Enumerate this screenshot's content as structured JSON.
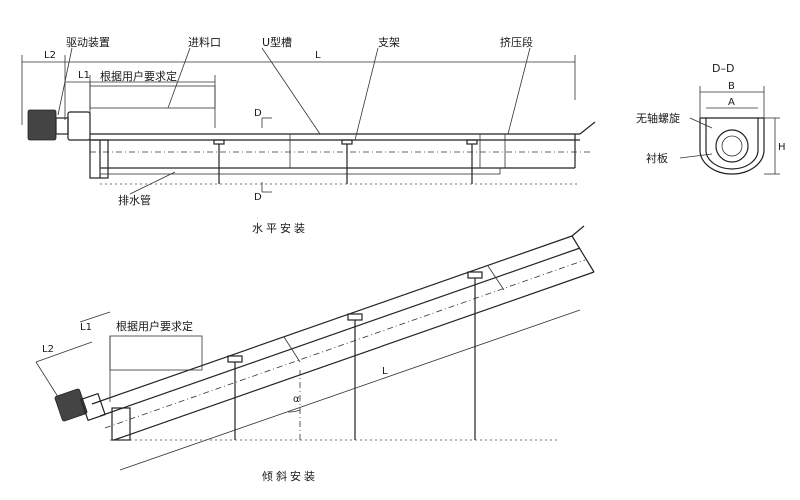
{
  "labels": {
    "drive": "驱动装置",
    "inlet": "进料口",
    "u_trough": "U型槽",
    "support": "支架",
    "squeeze": "挤压段",
    "user_defined": "根据用户要求定",
    "drain": "排水管",
    "section": "D–D",
    "shaftless": "无轴螺旋",
    "liner": "衬板"
  },
  "dims": {
    "L": "L",
    "L1": "L1",
    "L2": "L2",
    "D": "D",
    "A": "A",
    "B": "B",
    "H": "H",
    "alpha": "α"
  },
  "captions": {
    "horizontal": "水平安装",
    "inclined": "倾斜安装"
  }
}
